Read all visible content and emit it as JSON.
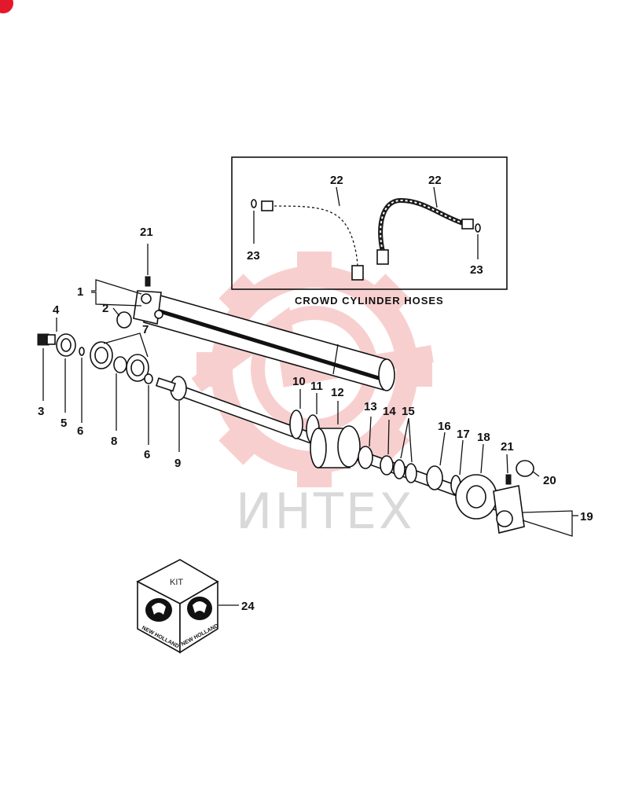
{
  "colors": {
    "watermark": "#f2b2b2",
    "corner_badge": "#e3192b",
    "ink": "#111111"
  },
  "hoses_box": {
    "title": "CROWD CYLINDER HOSES"
  },
  "watermark": {
    "text": "ИНТЕХ"
  },
  "kit": {
    "label": "KIT",
    "brand": "NEW HOLLAND",
    "callout": "24"
  },
  "callouts": {
    "c1": "1",
    "c2": "2",
    "c3": "3",
    "c4": "4",
    "c5": "5",
    "c6a": "6",
    "c6b": "6",
    "c7": "7",
    "c8": "8",
    "c9": "9",
    "c10": "10",
    "c11": "11",
    "c12": "12",
    "c13": "13",
    "c14": "14",
    "c15": "15",
    "c16": "16",
    "c17": "17",
    "c18": "18",
    "c19": "19",
    "c20": "20",
    "c21a": "21",
    "c21b": "21",
    "c22a": "22",
    "c22b": "22",
    "c23a": "23",
    "c23b": "23"
  }
}
